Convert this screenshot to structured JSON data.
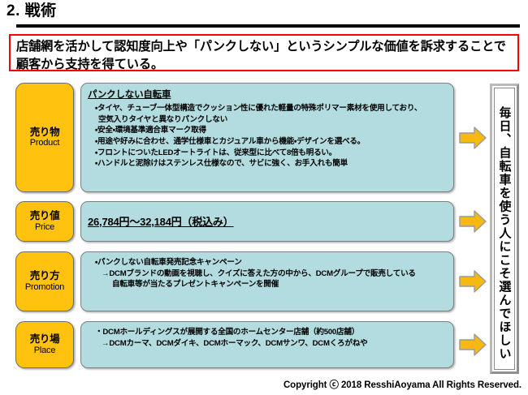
{
  "slide": {
    "title": "2. 戦術",
    "message": "店舗網を活かして認知度向上や「パンクしない」というシンプルな価値を訴求することで顧客から支持を得ている。",
    "vertical_banner": "毎日、自転車を使う人にこそ選んでほしい",
    "copyright": "Copyright ⓒ 2018 ResshiAoyama All Rights Reserved."
  },
  "colors": {
    "accent_yellow": "#FFC20E",
    "content_teal": "#B3DCE0",
    "alert_red": "#FF0000",
    "arrow_gold": "#F5B912",
    "rule_black": "#000000"
  },
  "rows": [
    {
      "label_ja": "売り物",
      "label_en": "Product",
      "heading": "パンクしない自転車",
      "lines": [
        {
          "text": "・タイヤ、チューブ一体型構造でクッション性に優れた軽量の特殊ポリマー素材を使用しており、",
          "style": "bullet"
        },
        {
          "text": "空気入りタイヤと異なりパンクしない",
          "style": "cont"
        },
        {
          "text": "・安全・環境基準適合車マーク取得",
          "style": "bullet"
        },
        {
          "text": "・用途や好みに合わせ、通学仕様車とカジュアル車から機能・デザインを選べる。",
          "style": "bullet"
        },
        {
          "text": "・フロントについたLEDオートライトは、従来型に比べて8倍も明るい。",
          "style": "bullet"
        },
        {
          "text": "・ハンドルと泥除けはステンレス仕様なので、サビに強く、お手入れも簡単",
          "style": "bullet"
        }
      ]
    },
    {
      "label_ja": "売り値",
      "label_en": "Price",
      "heading": "",
      "price": "26,784円～32,184円（税込み）",
      "lines": []
    },
    {
      "label_ja": "売り方",
      "label_en": "Promotion",
      "heading": "",
      "lines": [
        {
          "text": "・パンクしない自転車発売記念キャンペーン",
          "style": "bullet"
        },
        {
          "text": "→DCMブランドの動画を視聴し、クイズに答えた方の中から、DCMグループで販売している",
          "style": "sub"
        },
        {
          "text": "自転車等が当たるプレゼントキャンペーンを開催",
          "style": "sub2"
        }
      ]
    },
    {
      "label_ja": "売り場",
      "label_en": "Place",
      "heading": "",
      "lines": [
        {
          "text": "・DCMホールディングスが展開する全国のホームセンター店舗（約500店舗）",
          "style": "bullet"
        },
        {
          "text": "→DCMカーマ、DCMダイキ、DCMホーマック、DCMサンワ、DCMくろがねや",
          "style": "sub"
        }
      ]
    }
  ]
}
